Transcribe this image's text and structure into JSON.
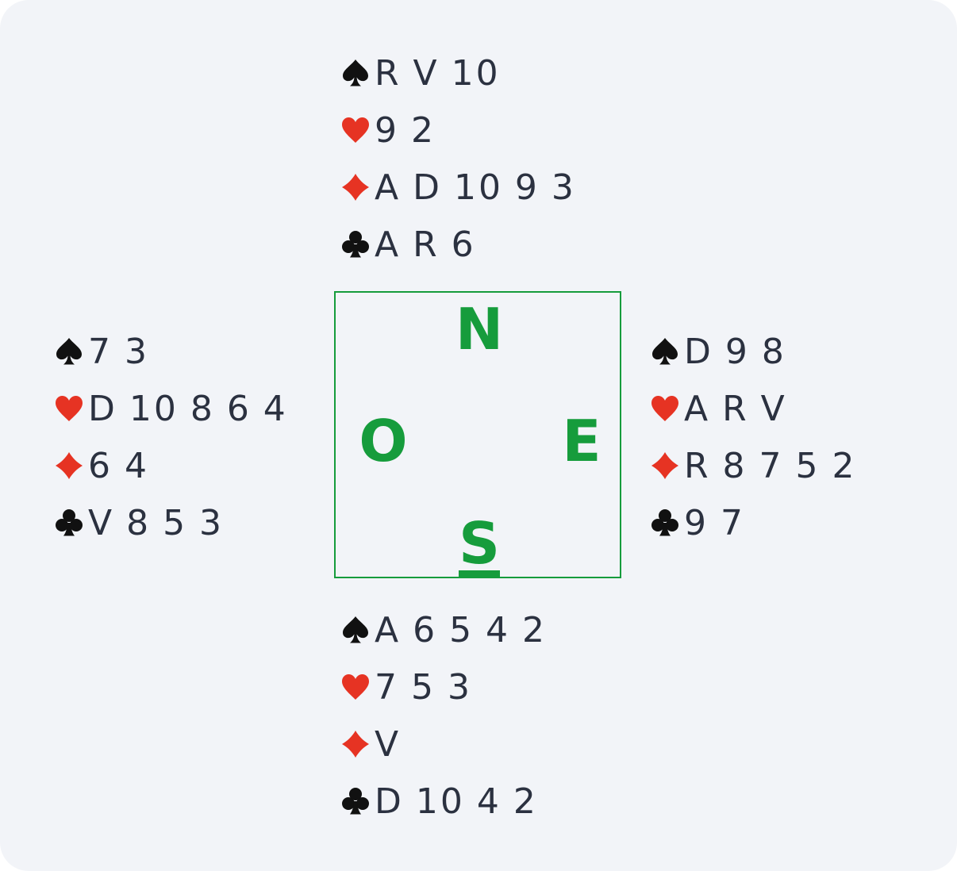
{
  "colors": {
    "red": "#e63323",
    "black": "#111111",
    "green": "#169c3c",
    "text": "#2b3140",
    "background": "#f2f4f8"
  },
  "compass": {
    "north": "N",
    "west": "O",
    "east": "E",
    "south": "S",
    "dealer": "south"
  },
  "hands": {
    "north": {
      "spades": "R V 10",
      "hearts": "9 2",
      "diamonds": "A D 10 9 3",
      "clubs": "A R 6"
    },
    "west": {
      "spades": "7 3",
      "hearts": "D 10 8 6 4",
      "diamonds": "6 4",
      "clubs": "V 8 5 3"
    },
    "east": {
      "spades": "D 9 8",
      "hearts": "A R V",
      "diamonds": "R 8 7 5 2",
      "clubs": "9 7"
    },
    "south": {
      "spades": "A 6 5 4 2",
      "hearts": "7 5 3",
      "diamonds": "V",
      "clubs": "D 10 4 2"
    }
  }
}
